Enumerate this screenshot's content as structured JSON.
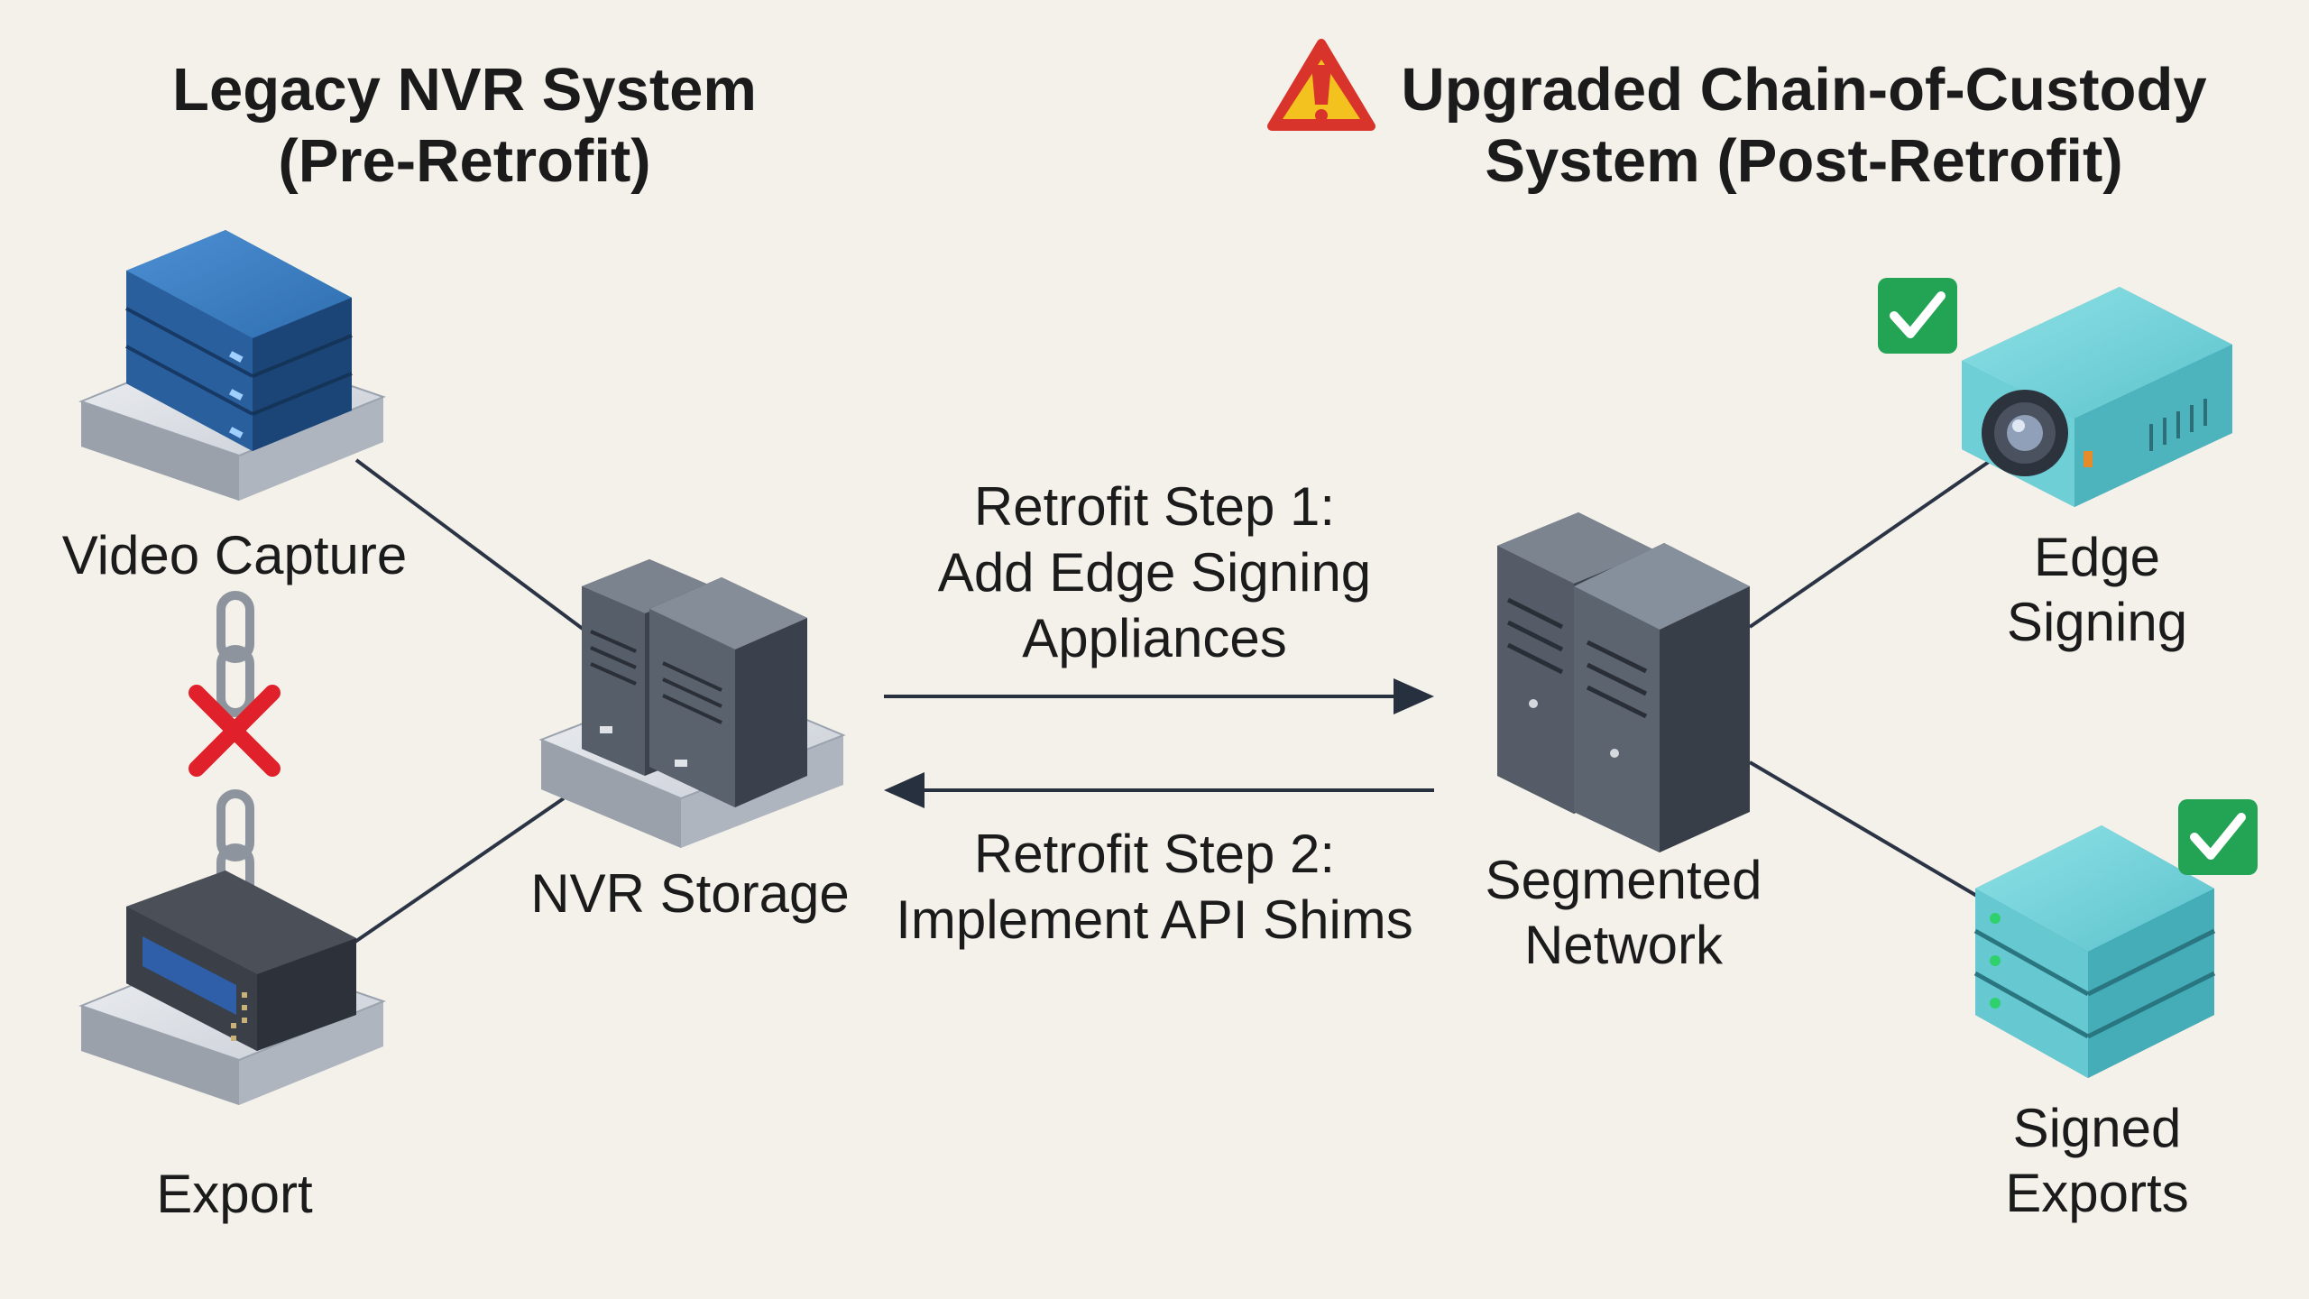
{
  "left_title": [
    "Legacy NVR System",
    "(Pre-Retrofit)"
  ],
  "right_title": [
    "Upgraded Chain-of-Custody",
    "System (Post-Retrofit)"
  ],
  "nodes": {
    "video_capture": [
      "Video Capture"
    ],
    "export": [
      "Export"
    ],
    "nvr_storage": [
      "NVR Storage"
    ],
    "segmented_network": [
      "Segmented",
      "Network"
    ],
    "edge_signing": [
      "Edge",
      "Signing"
    ],
    "signed_exports": [
      "Signed",
      "Exports"
    ]
  },
  "steps": {
    "step1": [
      "Retrofit Step 1:",
      "Add Edge Signing",
      "Appliances"
    ],
    "step2": [
      "Retrofit Step 2:",
      "Implement API Shims"
    ]
  },
  "icons": {
    "warning": "warning-triangle-icon",
    "check": "checkmark-badge-icon",
    "broken_chain": "broken-chain-icon"
  },
  "colors": {
    "background": "#f3f1ea",
    "legacy_blue": "#2f6fb0",
    "server_gray": "#505764",
    "teal": "#5cc2cc",
    "check_green": "#23a455",
    "warning_red": "#d9342b",
    "warning_yellow": "#f4c21f",
    "broken_x": "#e0202a"
  }
}
